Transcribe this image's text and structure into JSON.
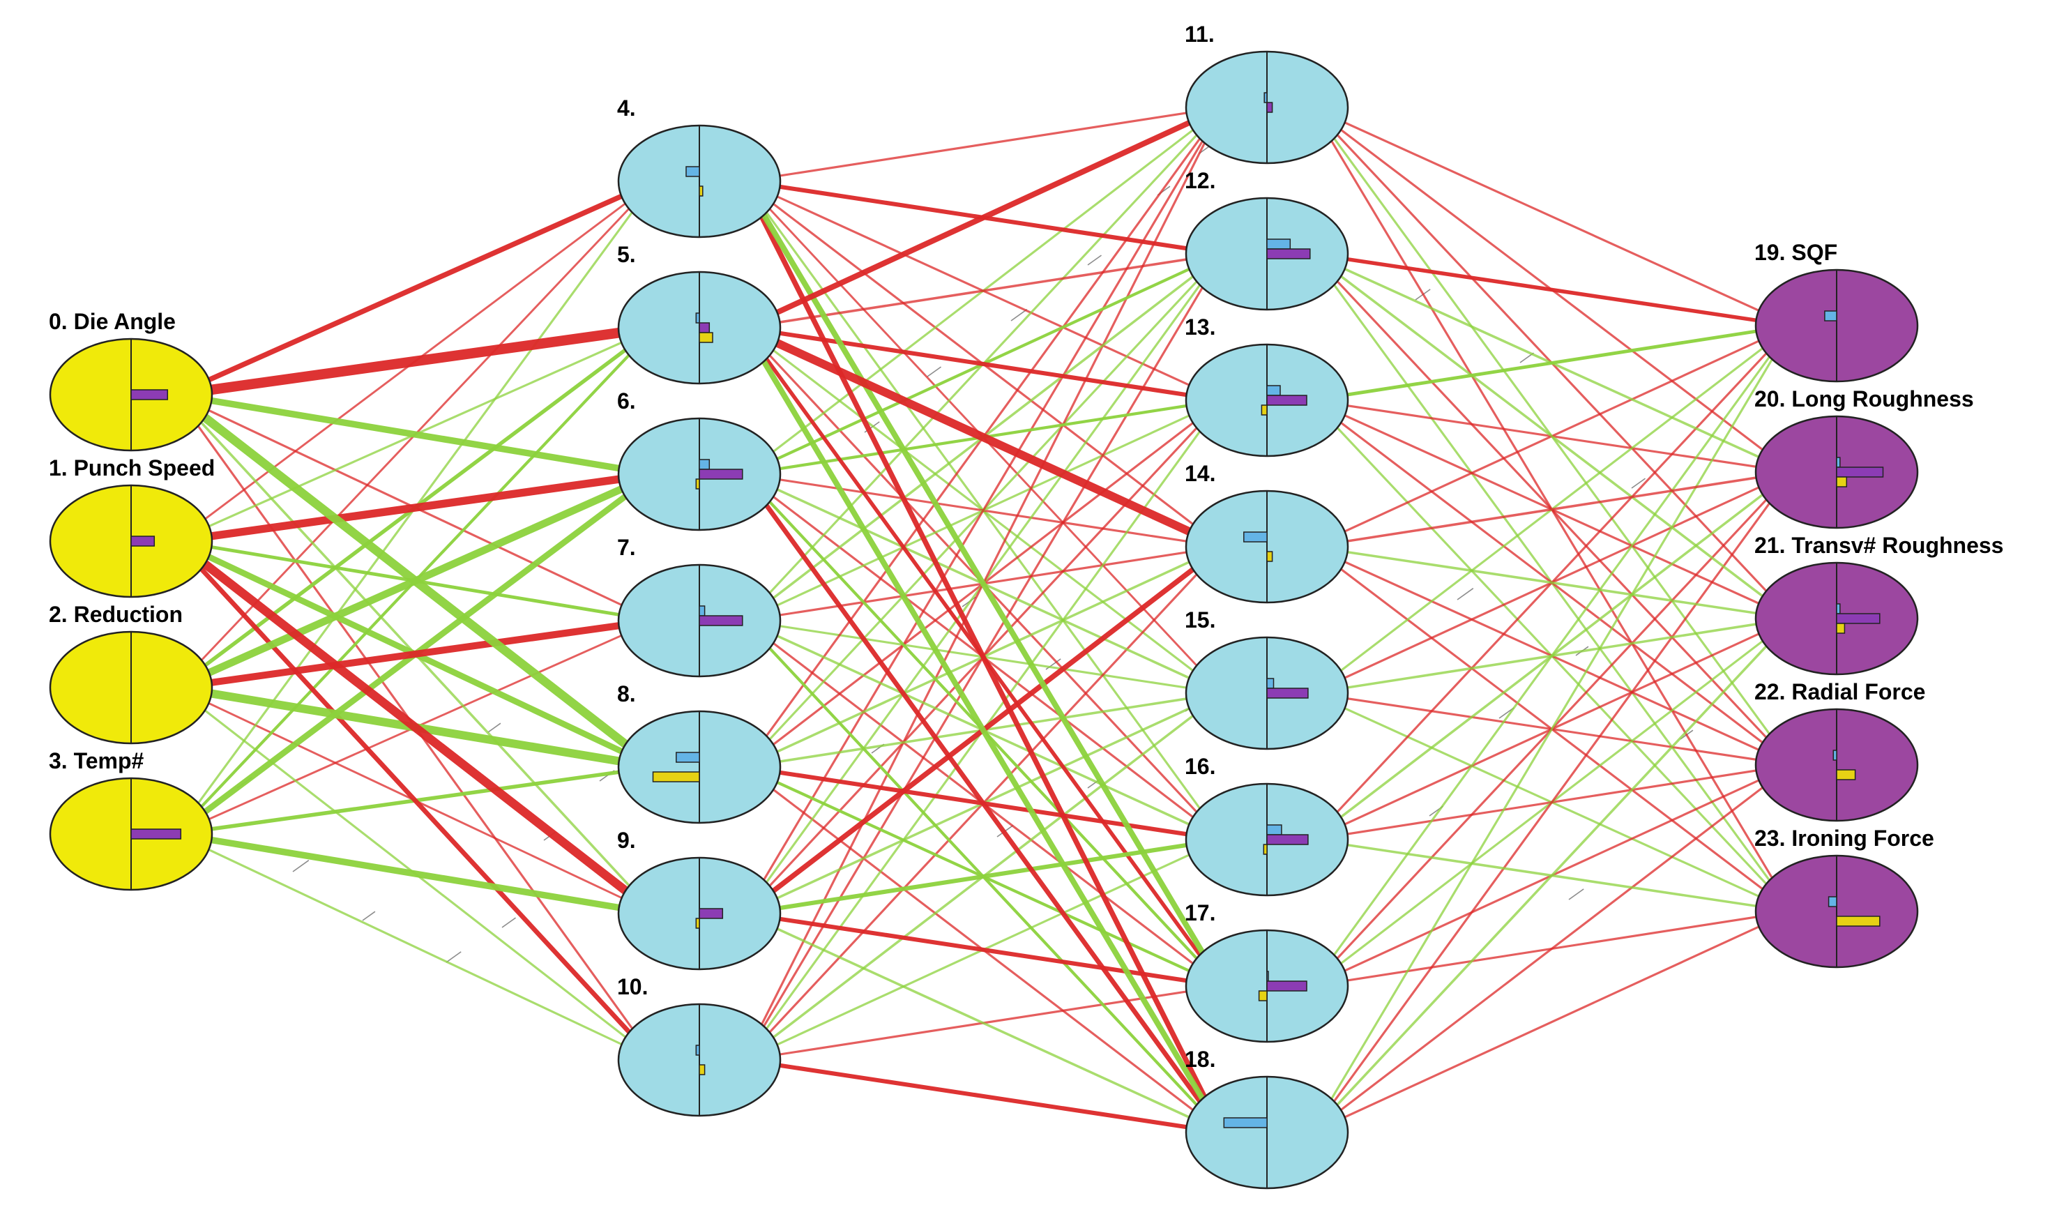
{
  "diagram": {
    "type": "neural-network",
    "colors": {
      "input_node": "#f0ea0a",
      "hidden_node": "#9fdbe6",
      "output_node": "#9c47a0",
      "positive_link": "#8cd23c",
      "negative_link": "#dc2828",
      "bar_blue": "#64b4e6",
      "bar_purple": "#8c3cb4",
      "bar_yellow": "#e6d214"
    },
    "layers": [
      {
        "name": "input",
        "nodes": [
          {
            "id": 0,
            "label": "0. Die Angle",
            "bars": {
              "blue": 0,
              "purple": 0.55,
              "yellow": 0
            }
          },
          {
            "id": 1,
            "label": "1. Punch Speed",
            "bars": {
              "blue": 0,
              "purple": 0.35,
              "yellow": 0
            }
          },
          {
            "id": 2,
            "label": "2. Reduction",
            "bars": {
              "blue": 0,
              "purple": 0,
              "yellow": 0
            }
          },
          {
            "id": 3,
            "label": "3. Temp#",
            "bars": {
              "blue": 0,
              "purple": 0.75,
              "yellow": 0
            }
          }
        ]
      },
      {
        "name": "hidden-1",
        "nodes": [
          {
            "id": 4,
            "label": "4.",
            "bars": {
              "blue": -0.2,
              "purple": 0,
              "yellow": 0.05
            }
          },
          {
            "id": 5,
            "label": "5.",
            "bars": {
              "blue": -0.05,
              "purple": 0.15,
              "yellow": 0.2
            }
          },
          {
            "id": 6,
            "label": "6.",
            "bars": {
              "blue": 0.15,
              "purple": 0.65,
              "yellow": -0.05
            }
          },
          {
            "id": 7,
            "label": "7.",
            "bars": {
              "blue": 0.08,
              "purple": 0.65,
              "yellow": 0
            }
          },
          {
            "id": 8,
            "label": "8.",
            "bars": {
              "blue": -0.35,
              "purple": 0,
              "yellow": -0.7
            }
          },
          {
            "id": 9,
            "label": "9.",
            "bars": {
              "blue": 0,
              "purple": 0.35,
              "yellow": -0.05
            }
          },
          {
            "id": 10,
            "label": "10.",
            "bars": {
              "blue": -0.05,
              "purple": 0,
              "yellow": 0.08
            }
          }
        ]
      },
      {
        "name": "hidden-2",
        "nodes": [
          {
            "id": 11,
            "label": "11.",
            "bars": {
              "blue": -0.04,
              "purple": 0.08,
              "yellow": 0
            }
          },
          {
            "id": 12,
            "label": "12.",
            "bars": {
              "blue": 0.35,
              "purple": 0.65,
              "yellow": 0
            }
          },
          {
            "id": 13,
            "label": "13.",
            "bars": {
              "blue": 0.2,
              "purple": 0.6,
              "yellow": -0.08
            }
          },
          {
            "id": 14,
            "label": "14.",
            "bars": {
              "blue": -0.35,
              "purple": 0,
              "yellow": 0.08
            }
          },
          {
            "id": 15,
            "label": "15.",
            "bars": {
              "blue": 0.1,
              "purple": 0.62,
              "yellow": 0
            }
          },
          {
            "id": 16,
            "label": "16.",
            "bars": {
              "blue": 0.22,
              "purple": 0.62,
              "yellow": -0.05
            }
          },
          {
            "id": 17,
            "label": "17.",
            "bars": {
              "blue": 0.02,
              "purple": 0.6,
              "yellow": -0.12
            }
          },
          {
            "id": 18,
            "label": "18.",
            "bars": {
              "blue": -0.65,
              "purple": 0,
              "yellow": 0
            }
          }
        ]
      },
      {
        "name": "output",
        "nodes": [
          {
            "id": 19,
            "label": "19. SQF",
            "bars": {
              "blue": -0.18,
              "purple": 0,
              "yellow": 0
            }
          },
          {
            "id": 20,
            "label": "20. Long Roughness",
            "bars": {
              "blue": 0.05,
              "purple": 0.7,
              "yellow": 0.15
            }
          },
          {
            "id": 21,
            "label": "21. Transv# Roughness",
            "bars": {
              "blue": 0.05,
              "purple": 0.65,
              "yellow": 0.12
            }
          },
          {
            "id": 22,
            "label": "22. Radial Force",
            "bars": {
              "blue": -0.05,
              "purple": 0,
              "yellow": 0.28
            }
          },
          {
            "id": 23,
            "label": "23. Ironing Force",
            "bars": {
              "blue": -0.12,
              "purple": 0,
              "yellow": 0.65
            }
          }
        ]
      }
    ],
    "links": [
      {
        "from": 0,
        "to": 4,
        "sign": "neg",
        "weight": 0.45
      },
      {
        "from": 0,
        "to": 5,
        "sign": "neg",
        "weight": 1.0
      },
      {
        "from": 0,
        "to": 6,
        "sign": "pos",
        "weight": 0.6
      },
      {
        "from": 0,
        "to": 7,
        "sign": "neg",
        "weight": 0.12
      },
      {
        "from": 0,
        "to": 8,
        "sign": "pos",
        "weight": 0.85
      },
      {
        "from": 0,
        "to": 9,
        "sign": "pos",
        "weight": 0.15
      },
      {
        "from": 0,
        "to": 10,
        "sign": "neg",
        "weight": 0.12
      },
      {
        "from": 1,
        "to": 4,
        "sign": "neg",
        "weight": 0.1
      },
      {
        "from": 1,
        "to": 5,
        "sign": "pos",
        "weight": 0.12
      },
      {
        "from": 1,
        "to": 6,
        "sign": "neg",
        "weight": 0.75
      },
      {
        "from": 1,
        "to": 7,
        "sign": "pos",
        "weight": 0.25
      },
      {
        "from": 1,
        "to": 8,
        "sign": "pos",
        "weight": 0.55
      },
      {
        "from": 1,
        "to": 9,
        "sign": "neg",
        "weight": 0.85
      },
      {
        "from": 1,
        "to": 10,
        "sign": "neg",
        "weight": 0.4
      },
      {
        "from": 2,
        "to": 4,
        "sign": "neg",
        "weight": 0.1
      },
      {
        "from": 2,
        "to": 5,
        "sign": "pos",
        "weight": 0.3
      },
      {
        "from": 2,
        "to": 6,
        "sign": "pos",
        "weight": 0.7
      },
      {
        "from": 2,
        "to": 7,
        "sign": "neg",
        "weight": 0.65
      },
      {
        "from": 2,
        "to": 8,
        "sign": "pos",
        "weight": 0.8
      },
      {
        "from": 2,
        "to": 9,
        "sign": "neg",
        "weight": 0.1
      },
      {
        "from": 2,
        "to": 10,
        "sign": "pos",
        "weight": 0.12
      },
      {
        "from": 3,
        "to": 4,
        "sign": "pos",
        "weight": 0.12
      },
      {
        "from": 3,
        "to": 5,
        "sign": "pos",
        "weight": 0.2
      },
      {
        "from": 3,
        "to": 6,
        "sign": "pos",
        "weight": 0.55
      },
      {
        "from": 3,
        "to": 7,
        "sign": "neg",
        "weight": 0.1
      },
      {
        "from": 3,
        "to": 8,
        "sign": "pos",
        "weight": 0.3
      },
      {
        "from": 3,
        "to": 9,
        "sign": "pos",
        "weight": 0.6
      },
      {
        "from": 3,
        "to": 10,
        "sign": "pos",
        "weight": 0.12
      },
      {
        "from": 4,
        "to": 11,
        "sign": "neg",
        "weight": 0.12
      },
      {
        "from": 4,
        "to": 12,
        "sign": "neg",
        "weight": 0.35
      },
      {
        "from": 4,
        "to": 13,
        "sign": "neg",
        "weight": 0.12
      },
      {
        "from": 4,
        "to": 14,
        "sign": "neg",
        "weight": 0.12
      },
      {
        "from": 4,
        "to": 15,
        "sign": "neg",
        "weight": 0.1
      },
      {
        "from": 4,
        "to": 16,
        "sign": "pos",
        "weight": 0.12
      },
      {
        "from": 4,
        "to": 17,
        "sign": "pos",
        "weight": 0.5
      },
      {
        "from": 4,
        "to": 18,
        "sign": "neg",
        "weight": 0.45
      },
      {
        "from": 5,
        "to": 11,
        "sign": "neg",
        "weight": 0.5
      },
      {
        "from": 5,
        "to": 12,
        "sign": "neg",
        "weight": 0.15
      },
      {
        "from": 5,
        "to": 13,
        "sign": "neg",
        "weight": 0.35
      },
      {
        "from": 5,
        "to": 14,
        "sign": "neg",
        "weight": 0.8
      },
      {
        "from": 5,
        "to": 15,
        "sign": "pos",
        "weight": 0.12
      },
      {
        "from": 5,
        "to": 16,
        "sign": "neg",
        "weight": 0.12
      },
      {
        "from": 5,
        "to": 17,
        "sign": "neg",
        "weight": 0.3
      },
      {
        "from": 5,
        "to": 18,
        "sign": "pos",
        "weight": 0.5
      },
      {
        "from": 6,
        "to": 11,
        "sign": "pos",
        "weight": 0.12
      },
      {
        "from": 6,
        "to": 12,
        "sign": "pos",
        "weight": 0.2
      },
      {
        "from": 6,
        "to": 13,
        "sign": "pos",
        "weight": 0.2
      },
      {
        "from": 6,
        "to": 14,
        "sign": "neg",
        "weight": 0.12
      },
      {
        "from": 6,
        "to": 15,
        "sign": "pos",
        "weight": 0.15
      },
      {
        "from": 6,
        "to": 16,
        "sign": "neg",
        "weight": 0.12
      },
      {
        "from": 6,
        "to": 17,
        "sign": "pos",
        "weight": 0.2
      },
      {
        "from": 6,
        "to": 18,
        "sign": "neg",
        "weight": 0.4
      },
      {
        "from": 7,
        "to": 11,
        "sign": "pos",
        "weight": 0.12
      },
      {
        "from": 7,
        "to": 12,
        "sign": "pos",
        "weight": 0.15
      },
      {
        "from": 7,
        "to": 13,
        "sign": "pos",
        "weight": 0.12
      },
      {
        "from": 7,
        "to": 14,
        "sign": "neg",
        "weight": 0.12
      },
      {
        "from": 7,
        "to": 15,
        "sign": "pos",
        "weight": 0.12
      },
      {
        "from": 7,
        "to": 16,
        "sign": "pos",
        "weight": 0.15
      },
      {
        "from": 7,
        "to": 17,
        "sign": "neg",
        "weight": 0.12
      },
      {
        "from": 7,
        "to": 18,
        "sign": "pos",
        "weight": 0.2
      },
      {
        "from": 8,
        "to": 11,
        "sign": "neg",
        "weight": 0.12
      },
      {
        "from": 8,
        "to": 12,
        "sign": "pos",
        "weight": 0.12
      },
      {
        "from": 8,
        "to": 13,
        "sign": "neg",
        "weight": 0.12
      },
      {
        "from": 8,
        "to": 14,
        "sign": "pos",
        "weight": 0.15
      },
      {
        "from": 8,
        "to": 15,
        "sign": "pos",
        "weight": 0.15
      },
      {
        "from": 8,
        "to": 16,
        "sign": "neg",
        "weight": 0.35
      },
      {
        "from": 8,
        "to": 17,
        "sign": "pos",
        "weight": 0.2
      },
      {
        "from": 8,
        "to": 18,
        "sign": "neg",
        "weight": 0.12
      },
      {
        "from": 9,
        "to": 11,
        "sign": "neg",
        "weight": 0.12
      },
      {
        "from": 9,
        "to": 12,
        "sign": "pos",
        "weight": 0.12
      },
      {
        "from": 9,
        "to": 13,
        "sign": "neg",
        "weight": 0.12
      },
      {
        "from": 9,
        "to": 14,
        "sign": "neg",
        "weight": 0.45
      },
      {
        "from": 9,
        "to": 15,
        "sign": "pos",
        "weight": 0.15
      },
      {
        "from": 9,
        "to": 16,
        "sign": "pos",
        "weight": 0.35
      },
      {
        "from": 9,
        "to": 17,
        "sign": "neg",
        "weight": 0.35
      },
      {
        "from": 9,
        "to": 18,
        "sign": "pos",
        "weight": 0.15
      },
      {
        "from": 10,
        "to": 11,
        "sign": "neg",
        "weight": 0.12
      },
      {
        "from": 10,
        "to": 12,
        "sign": "neg",
        "weight": 0.12
      },
      {
        "from": 10,
        "to": 13,
        "sign": "pos",
        "weight": 0.12
      },
      {
        "from": 10,
        "to": 14,
        "sign": "neg",
        "weight": 0.12
      },
      {
        "from": 10,
        "to": 15,
        "sign": "pos",
        "weight": 0.15
      },
      {
        "from": 10,
        "to": 16,
        "sign": "pos",
        "weight": 0.12
      },
      {
        "from": 10,
        "to": 17,
        "sign": "neg",
        "weight": 0.12
      },
      {
        "from": 10,
        "to": 18,
        "sign": "neg",
        "weight": 0.35
      },
      {
        "from": 11,
        "to": 19,
        "sign": "neg",
        "weight": 0.12
      },
      {
        "from": 11,
        "to": 20,
        "sign": "neg",
        "weight": 0.12
      },
      {
        "from": 11,
        "to": 21,
        "sign": "neg",
        "weight": 0.12
      },
      {
        "from": 11,
        "to": 22,
        "sign": "pos",
        "weight": 0.12
      },
      {
        "from": 11,
        "to": 23,
        "sign": "neg",
        "weight": 0.12
      },
      {
        "from": 12,
        "to": 19,
        "sign": "neg",
        "weight": 0.3
      },
      {
        "from": 12,
        "to": 20,
        "sign": "pos",
        "weight": 0.15
      },
      {
        "from": 12,
        "to": 21,
        "sign": "pos",
        "weight": 0.15
      },
      {
        "from": 12,
        "to": 22,
        "sign": "neg",
        "weight": 0.12
      },
      {
        "from": 12,
        "to": 23,
        "sign": "pos",
        "weight": 0.12
      },
      {
        "from": 13,
        "to": 19,
        "sign": "pos",
        "weight": 0.25
      },
      {
        "from": 13,
        "to": 20,
        "sign": "neg",
        "weight": 0.12
      },
      {
        "from": 13,
        "to": 21,
        "sign": "neg",
        "weight": 0.12
      },
      {
        "from": 13,
        "to": 22,
        "sign": "neg",
        "weight": 0.12
      },
      {
        "from": 13,
        "to": 23,
        "sign": "pos",
        "weight": 0.12
      },
      {
        "from": 14,
        "to": 19,
        "sign": "neg",
        "weight": 0.12
      },
      {
        "from": 14,
        "to": 20,
        "sign": "neg",
        "weight": 0.15
      },
      {
        "from": 14,
        "to": 21,
        "sign": "pos",
        "weight": 0.15
      },
      {
        "from": 14,
        "to": 22,
        "sign": "neg",
        "weight": 0.12
      },
      {
        "from": 14,
        "to": 23,
        "sign": "neg",
        "weight": 0.12
      },
      {
        "from": 15,
        "to": 19,
        "sign": "pos",
        "weight": 0.12
      },
      {
        "from": 15,
        "to": 20,
        "sign": "neg",
        "weight": 0.12
      },
      {
        "from": 15,
        "to": 21,
        "sign": "pos",
        "weight": 0.15
      },
      {
        "from": 15,
        "to": 22,
        "sign": "neg",
        "weight": 0.12
      },
      {
        "from": 15,
        "to": 23,
        "sign": "pos",
        "weight": 0.12
      },
      {
        "from": 16,
        "to": 19,
        "sign": "neg",
        "weight": 0.12
      },
      {
        "from": 16,
        "to": 20,
        "sign": "pos",
        "weight": 0.15
      },
      {
        "from": 16,
        "to": 21,
        "sign": "neg",
        "weight": 0.12
      },
      {
        "from": 16,
        "to": 22,
        "sign": "neg",
        "weight": 0.12
      },
      {
        "from": 16,
        "to": 23,
        "sign": "pos",
        "weight": 0.15
      },
      {
        "from": 17,
        "to": 19,
        "sign": "pos",
        "weight": 0.12
      },
      {
        "from": 17,
        "to": 20,
        "sign": "neg",
        "weight": 0.12
      },
      {
        "from": 17,
        "to": 21,
        "sign": "pos",
        "weight": 0.12
      },
      {
        "from": 17,
        "to": 22,
        "sign": "neg",
        "weight": 0.12
      },
      {
        "from": 17,
        "to": 23,
        "sign": "neg",
        "weight": 0.12
      },
      {
        "from": 18,
        "to": 19,
        "sign": "pos",
        "weight": 0.12
      },
      {
        "from": 18,
        "to": 20,
        "sign": "neg",
        "weight": 0.12
      },
      {
        "from": 18,
        "to": 21,
        "sign": "pos",
        "weight": 0.15
      },
      {
        "from": 18,
        "to": 22,
        "sign": "neg",
        "weight": 0.12
      },
      {
        "from": 18,
        "to": 23,
        "sign": "neg",
        "weight": 0.12
      }
    ]
  }
}
